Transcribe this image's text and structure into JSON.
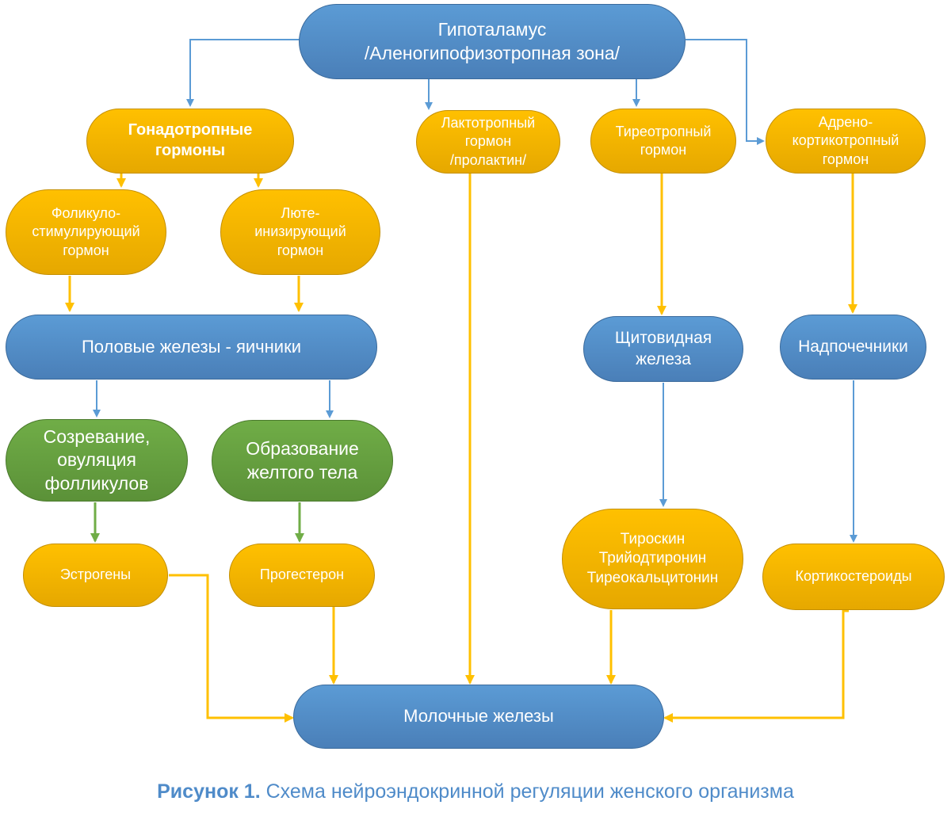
{
  "nodes": {
    "hypothalamus": "Гипоталамус\n/Аленогипофизотропная зона/",
    "gonadotropic": "Гонадотропные\nгормоны",
    "lactotropic": "Лактотропный\nгормон\n/пролактин/",
    "thyrotropic": "Тиреотропный\nгормон",
    "acth": "Адрено-\nкортикотропный\nгормон",
    "fsh": "Фоликуло-\nстимулирующий\nгормон",
    "lh": "Люте-\nинизирующий\nгормон",
    "ovaries": "Половые железы - яичники",
    "thyroid": "Щитовидная\nжелеза",
    "adrenals": "Надпочечники",
    "maturation": "Созревание,\nовуляция\nфолликулов",
    "corpus_luteum": "Образование\nжелтого тела",
    "estrogens": "Эстрогены",
    "progesterone": "Прогестерон",
    "thyroid_hormones": "Тироскин\nТрийодтиронин\nТиреокальцитонин",
    "corticosteroids": "Кортикостероиды",
    "mammary": "Молочные железы"
  },
  "colors": {
    "blue": "#5b9bd5",
    "orange": "#ffc000",
    "green": "#70ad47"
  },
  "caption": {
    "label": "Рисунок 1.",
    "text": " Схема нейроэндокринной регуляции женского организма"
  }
}
